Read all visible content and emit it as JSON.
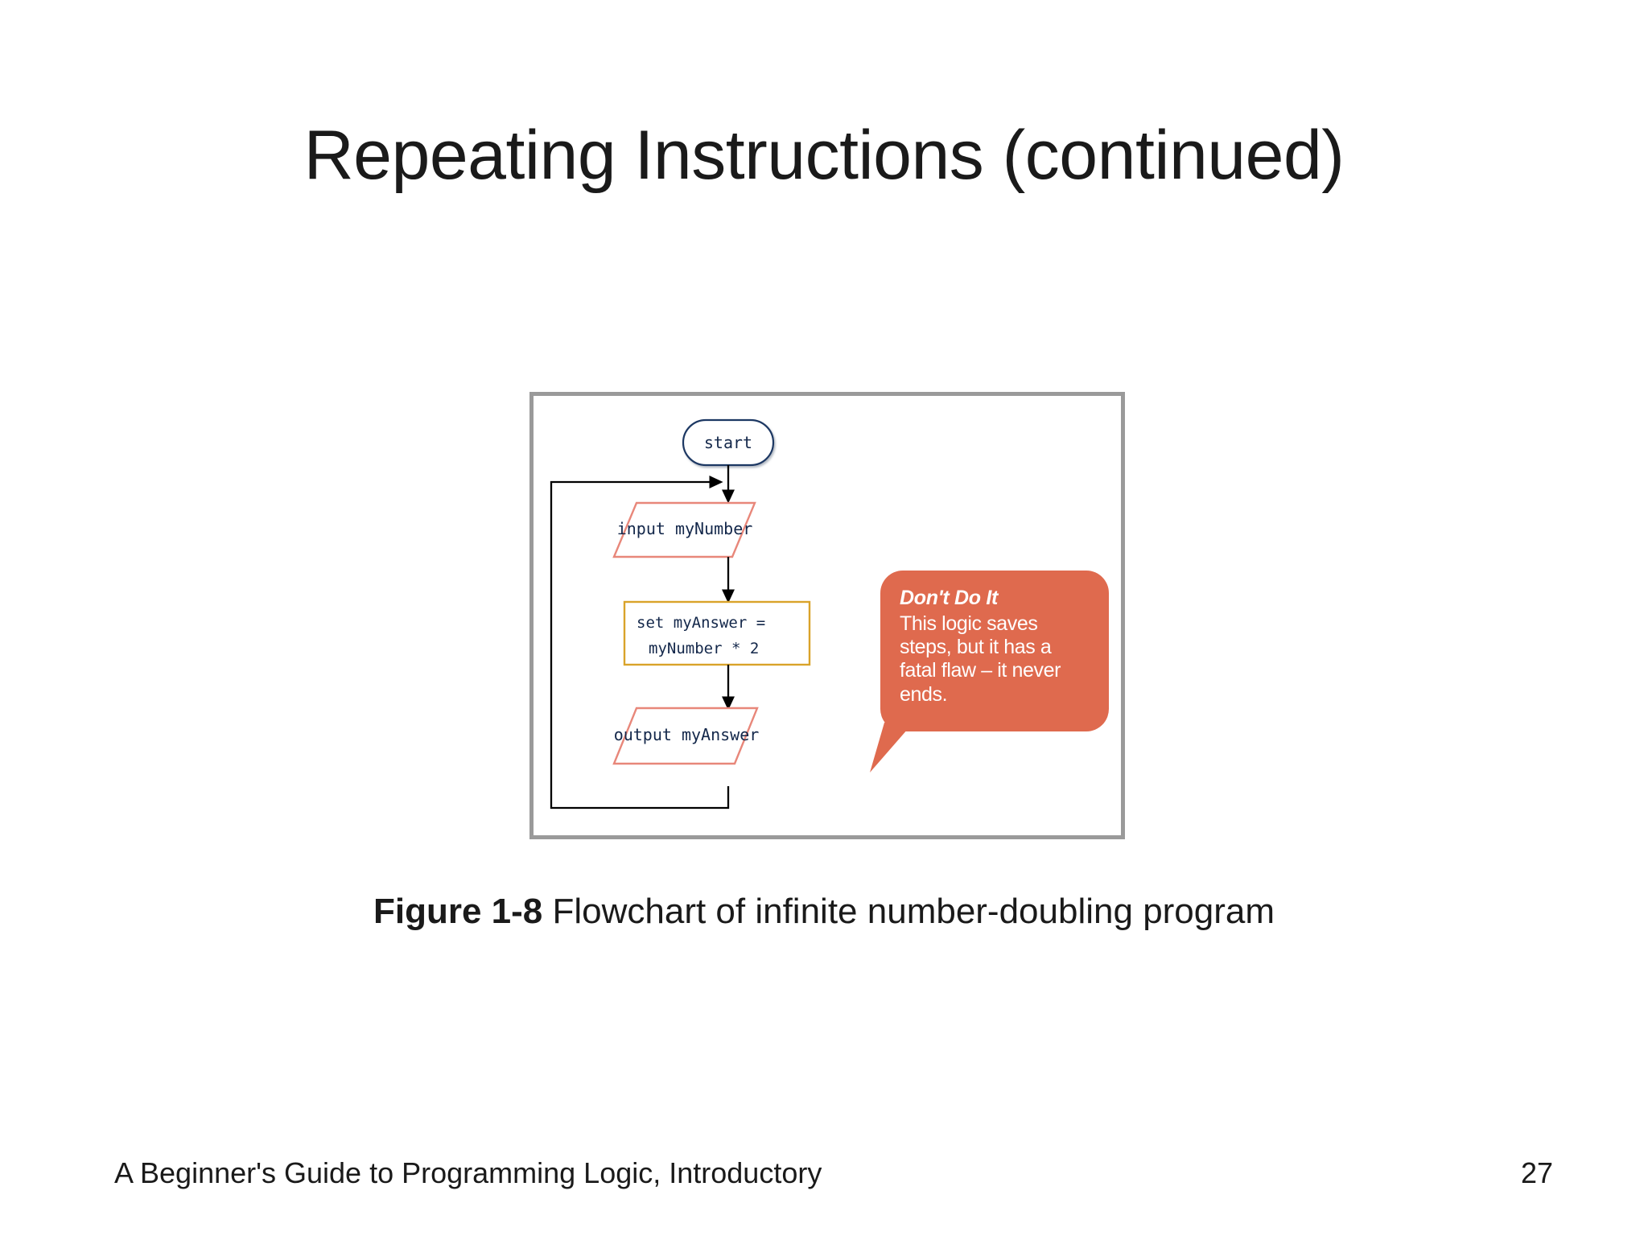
{
  "slide": {
    "title": "Repeating Instructions (continued)",
    "page_number": "27",
    "footer": "A Beginner's Guide to Programming Logic, Introductory",
    "background_color": "#ffffff"
  },
  "figure": {
    "caption_label": "Figure 1-8",
    "caption_text": " Flowchart of infinite number-doubling program",
    "frame_border_color": "#9a9a9a"
  },
  "flowchart": {
    "type": "flowchart",
    "nodes": [
      {
        "id": "start",
        "shape": "terminator",
        "label": "start",
        "border_color": "#1f3864",
        "fill": "#ffffff"
      },
      {
        "id": "input",
        "shape": "parallelogram",
        "label": "input myNumber",
        "border_color": "#E8877A",
        "fill": "#ffffff"
      },
      {
        "id": "set",
        "shape": "rectangle",
        "label_line1": "set myAnswer =",
        "label_line2": "myNumber * 2",
        "border_color": "#D9A32A",
        "fill": "#ffffff"
      },
      {
        "id": "output",
        "shape": "parallelogram",
        "label": "output myAnswer",
        "border_color": "#E8877A",
        "fill": "#ffffff"
      }
    ],
    "edges": [
      {
        "from": "start",
        "to": "input",
        "style": "arrow-down"
      },
      {
        "from": "input",
        "to": "set",
        "style": "arrow-down"
      },
      {
        "from": "set",
        "to": "output",
        "style": "arrow-down"
      },
      {
        "from": "output",
        "to": "start-join",
        "style": "loop-back-left"
      }
    ],
    "edge_color": "#000000"
  },
  "callout": {
    "title": "Don't Do It",
    "body": "This logic saves steps, but it has a fatal flaw – it never ends.",
    "fill_color": "#DF6A4E",
    "text_color": "#ffffff",
    "pointer": "down-left-arrow"
  }
}
